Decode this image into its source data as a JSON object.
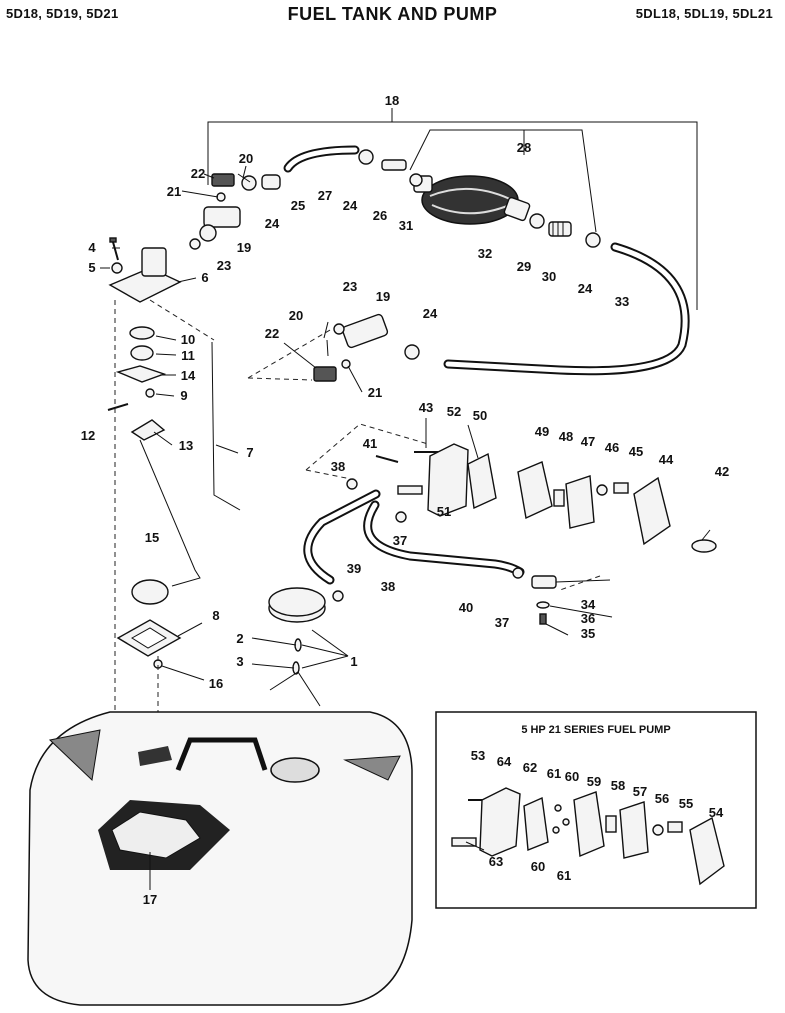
{
  "header": {
    "models_left": "5D18, 5D19, 5D21",
    "title": "FUEL TANK AND PUMP",
    "models_right": "5DL18, 5DL19, 5DL21"
  },
  "inset": {
    "title": "5 HP 21 SERIES FUEL PUMP"
  },
  "callouts": {
    "c18": "18",
    "c28": "28",
    "c20a": "20",
    "c22a": "22",
    "c21a": "21",
    "c27": "27",
    "c24a": "24",
    "c25": "25",
    "c24b": "24",
    "c26": "26",
    "c31": "31",
    "c32": "32",
    "c29": "29",
    "c30": "30",
    "c24c": "24",
    "c33": "33",
    "c19a": "19",
    "c23a": "23",
    "c4": "4",
    "c5": "5",
    "c6": "6",
    "c23b": "23",
    "c19b": "19",
    "c20b": "20",
    "c22b": "22",
    "c24d": "24",
    "c21b": "21",
    "c10": "10",
    "c11": "11",
    "c14": "14",
    "c9": "9",
    "c12": "12",
    "c13": "13",
    "c7": "7",
    "c43": "43",
    "c52": "52",
    "c50": "50",
    "c49": "49",
    "c48": "48",
    "c47": "47",
    "c46": "46",
    "c45": "45",
    "c44": "44",
    "c42": "42",
    "c41": "41",
    "c38a": "38",
    "c51": "51",
    "c37a": "37",
    "c15": "15",
    "c39": "39",
    "c38b": "38",
    "c40": "40",
    "c37b": "37",
    "c34": "34",
    "c36": "36",
    "c35": "35",
    "c8": "8",
    "c2": "2",
    "c3": "3",
    "c1": "1",
    "c16": "16",
    "c17": "17",
    "c53": "53",
    "c64": "64",
    "c62": "62",
    "c61a": "61",
    "c60a": "60",
    "c59": "59",
    "c58": "58",
    "c57": "57",
    "c56": "56",
    "c55": "55",
    "c54": "54",
    "c63": "63",
    "c60b": "60",
    "c61b": "61"
  }
}
